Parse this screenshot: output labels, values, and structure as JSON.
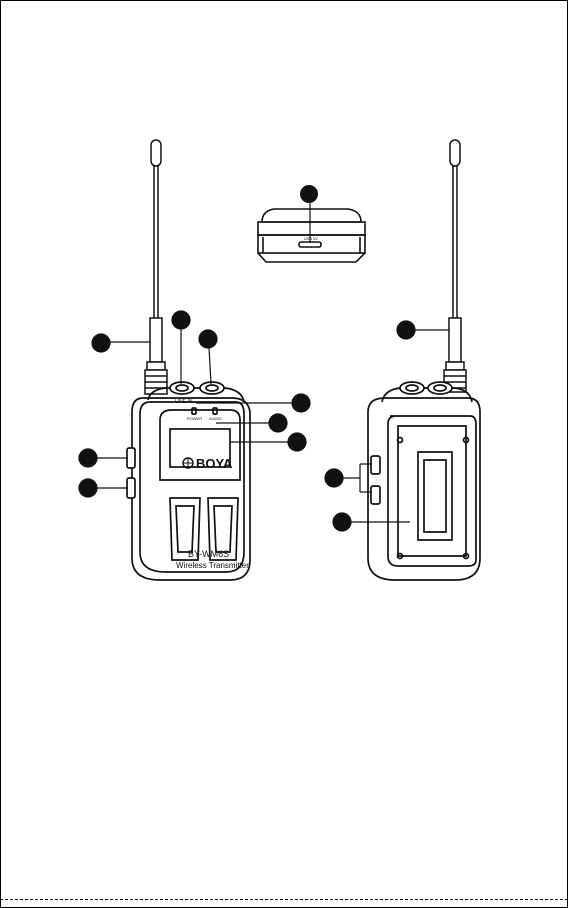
{
  "device": {
    "brand": "BOYA",
    "model": "BY-WM6S",
    "subtitle": "Wireless Transmitter",
    "line_in_label": "LINE IN",
    "power_label": "POWER",
    "audio_label": "AUDIO",
    "usb_label": "USB 5V"
  },
  "colors": {
    "line": "#111111",
    "callout_fill": "#111111",
    "body_fill": "#ffffff"
  },
  "callouts": {
    "count": 12
  }
}
